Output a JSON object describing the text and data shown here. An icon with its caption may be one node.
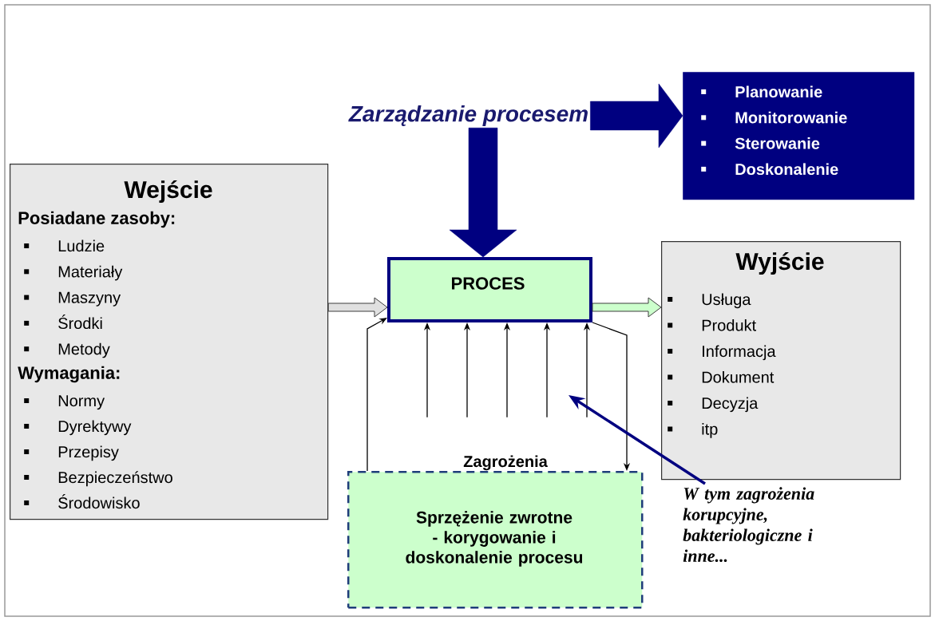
{
  "diagram": {
    "nodes": [
      {
        "text": [
          "Wejście",
          "Posiadane zasoby:",
          "Ludzie",
          "Materiały",
          "Maszyny",
          "Środki",
          "Metody",
          "Wymagania:",
          "Normy",
          "Dyrektywy",
          "Przepisy",
          "Bezpieczeństwo",
          "Środowisko"
        ]
      },
      {
        "text": [
          "Zarządzanie procesem"
        ]
      },
      {
        "text": [
          "Planowanie",
          "Monitorowanie",
          "Sterowanie",
          "Doskonalenie"
        ]
      },
      {
        "text": [
          "PROCES"
        ]
      },
      {
        "text": [
          "Wyjście",
          "Usługa",
          "Produkt",
          "Informacja",
          "Dokument",
          "Decyzja",
          "itp"
        ]
      },
      {
        "text": [
          "Zagrożenia"
        ]
      },
      {
        "text": [
          "Sprzężenie zwrotne - korygowanie i doskonalenie procesu"
        ]
      },
      {
        "text": [
          "W tym zagrożenia korupcyjne, bakteriologiczne i inne..."
        ]
      }
    ],
    "edges": [
      {
        "from": 0,
        "to": 3,
        "arrow": "to",
        "color": "#e0e0e0"
      },
      {
        "from": 3,
        "to": 4,
        "arrow": "to",
        "color": "#ccffcc"
      },
      {
        "from": 1,
        "to": 3,
        "arrow": "to",
        "style": "thick",
        "color": "#000080"
      },
      {
        "from": 1,
        "to": 2,
        "arrow": "to",
        "style": "thick",
        "color": "#000080"
      },
      {
        "from": 5,
        "to": 3,
        "arrow": "to"
      },
      {
        "from": 5,
        "to": 3,
        "arrow": "to"
      },
      {
        "from": 5,
        "to": 3,
        "arrow": "to"
      },
      {
        "from": 5,
        "to": 3,
        "arrow": "to"
      },
      {
        "from": 5,
        "to": 3,
        "arrow": "to"
      },
      {
        "from": 3,
        "to": 6,
        "arrow": "to"
      },
      {
        "from": 6,
        "to": 3,
        "arrow": "to"
      },
      {
        "from": 7,
        "to": null,
        "arrow": "to",
        "style": "thick",
        "color": "#000080"
      }
    ]
  }
}
